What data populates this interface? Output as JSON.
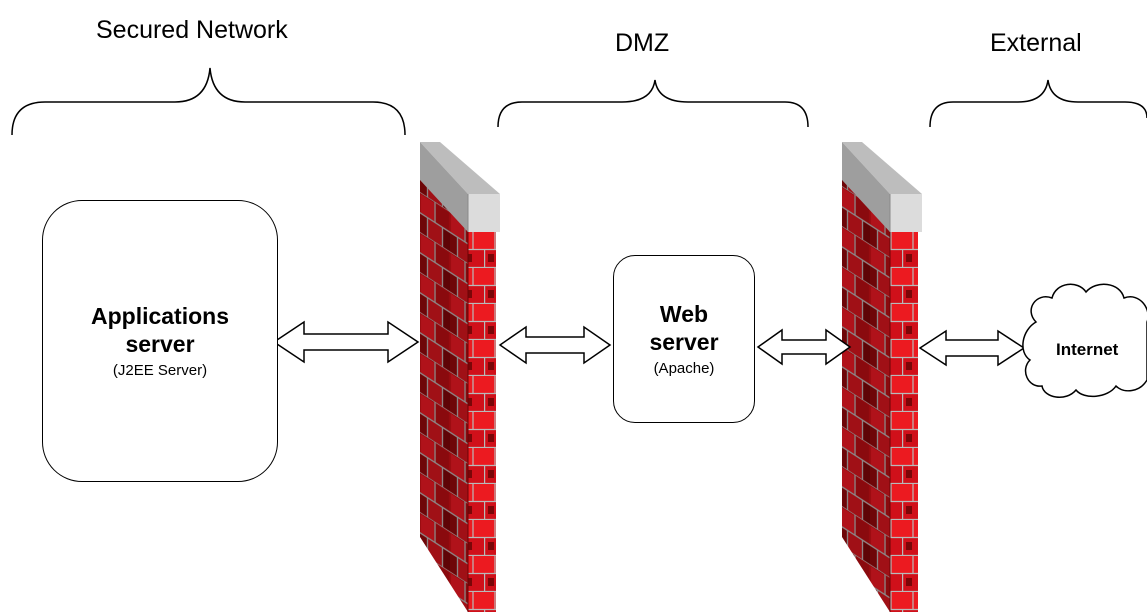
{
  "zones": {
    "secured": "Secured Network",
    "dmz": "DMZ",
    "external": "External"
  },
  "nodes": {
    "app_server": {
      "title": "Applications server",
      "subtitle": "(J2EE Server)"
    },
    "web_server": {
      "title": "Web server",
      "subtitle": "(Apache)"
    },
    "internet": {
      "label": "Internet"
    }
  },
  "colors": {
    "brick_light": "#e8141c",
    "brick_dark": "#9a0c10",
    "brick_deep": "#5e0406",
    "mortar": "#b9b9b9",
    "cap_light": "#dcdcdc",
    "cap_dark": "#9e9e9e",
    "line": "#000000"
  },
  "icons": {
    "firewall": "brick-wall-icon",
    "arrow": "double-headed-arrow-icon",
    "cloud": "cloud-icon"
  }
}
